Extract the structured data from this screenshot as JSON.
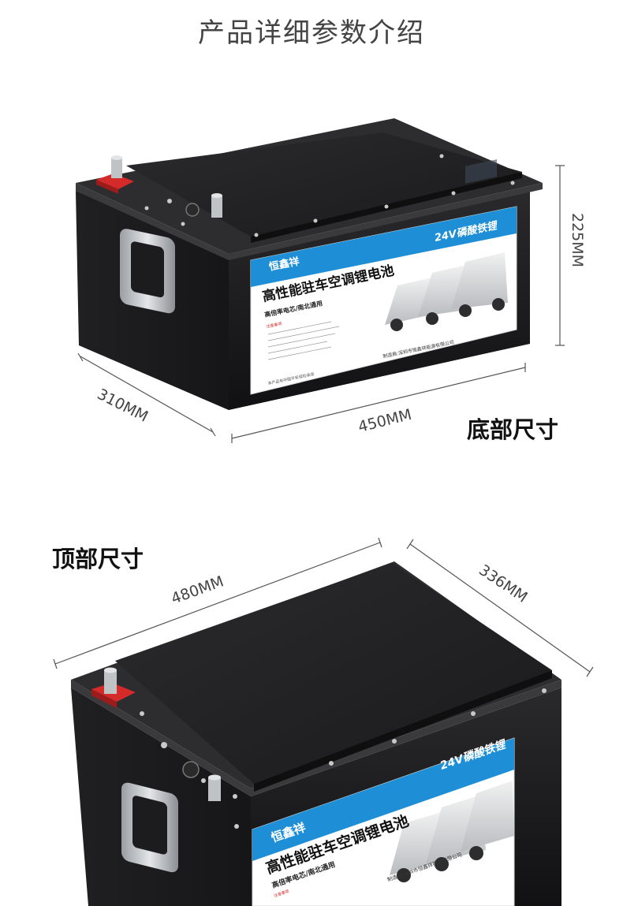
{
  "header": {
    "title": "产品详细参数介绍"
  },
  "sections": {
    "bottom": {
      "label": "底部尺寸"
    },
    "top": {
      "label": "顶部尺寸"
    }
  },
  "dimensions": {
    "length_bottom": "450MM",
    "width_bottom": "310MM",
    "height": "225MM",
    "length_top": "480MM",
    "width_top": "336MM"
  },
  "product_label": {
    "brand": "恒鑫祥",
    "title": "高性能驻车空调锂电池",
    "chemistry": "24V磷酸铁锂",
    "subtitle": "高倍率电芯/南北通用",
    "manufacturer": "制造商:深圳市恒鑫祥能源有限公司",
    "insurance": "本产品有中国平安保险承保",
    "notice_title": "注意事项"
  },
  "colors": {
    "battery_body": "#1c1c1e",
    "label_blue": "#1e8fd6",
    "terminal_red": "#d42a2a"
  }
}
